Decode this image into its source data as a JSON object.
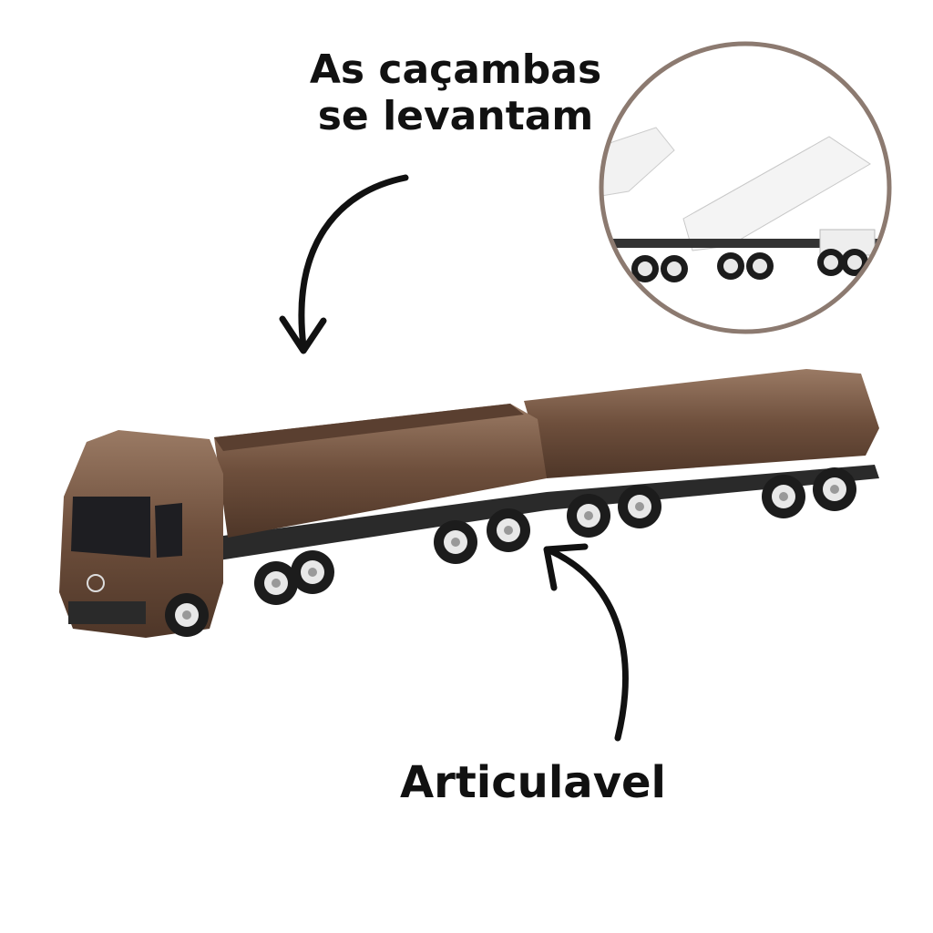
{
  "captions": {
    "top_line1": "As caçambas",
    "top_line2": "se levantam",
    "bottom": "Articulavel"
  },
  "colors": {
    "truck_body": "#7a5c48",
    "chassis": "#2a2a2a",
    "inset_border": "#8c7a70",
    "text": "#111111"
  }
}
